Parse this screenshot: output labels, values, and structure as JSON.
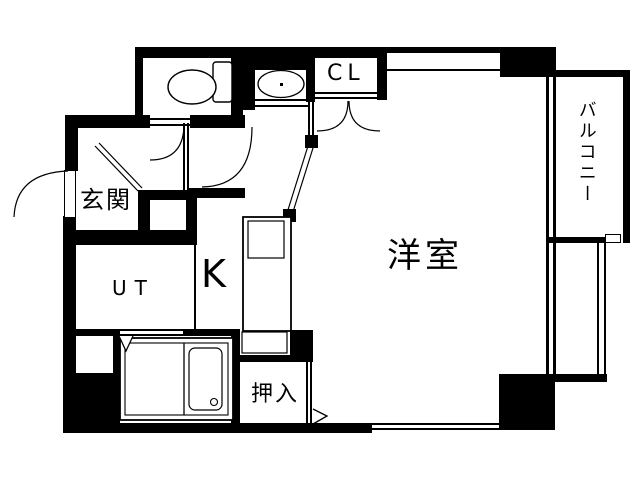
{
  "title": "apartment-floor-plan",
  "colors": {
    "background": "#ffffff",
    "ink": "#000000"
  },
  "rooms": {
    "genkan": {
      "label": "玄関"
    },
    "utility": {
      "label": "UT"
    },
    "kitchen": {
      "label": "K"
    },
    "western_room": {
      "label": "洋室"
    },
    "closet": {
      "label": "CL"
    },
    "oshiire": {
      "label": "押入"
    },
    "balcony": {
      "label": "バルコニー"
    }
  }
}
